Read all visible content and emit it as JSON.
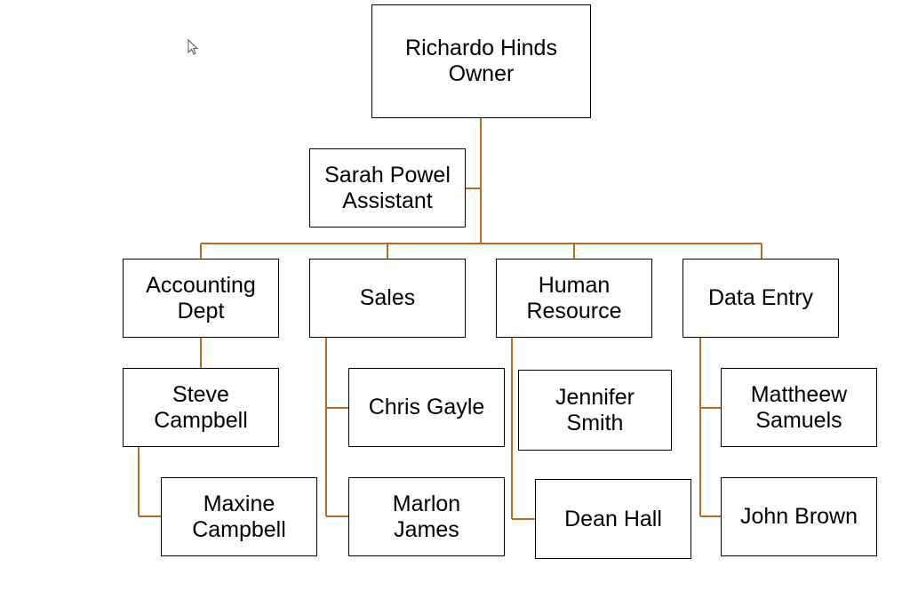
{
  "chart": {
    "root": {
      "lines": [
        "Richardo Hinds",
        "Owner"
      ]
    },
    "assistant": {
      "lines": [
        "Sarah Powel",
        "Assistant"
      ]
    },
    "departments": [
      {
        "lines": [
          "Accounting",
          "Dept"
        ],
        "members": [
          {
            "lines": [
              "Steve",
              "Campbell"
            ]
          },
          {
            "lines": [
              "Maxine",
              "Campbell"
            ]
          }
        ]
      },
      {
        "lines": [
          "Sales"
        ],
        "members": [
          {
            "lines": [
              "Chris Gayle"
            ]
          },
          {
            "lines": [
              "Marlon",
              "James"
            ]
          }
        ]
      },
      {
        "lines": [
          "Human",
          "Resource"
        ],
        "members": [
          {
            "lines": [
              "Jennifer",
              "Smith"
            ]
          },
          {
            "lines": [
              "Dean Hall"
            ]
          }
        ]
      },
      {
        "lines": [
          "Data Entry"
        ],
        "members": [
          {
            "lines": [
              "Mattheew",
              "Samuels"
            ]
          },
          {
            "lines": [
              "John Brown"
            ]
          }
        ]
      }
    ]
  },
  "colors": {
    "connector": "#c0691e",
    "border": "#000000",
    "background": "#ffffff"
  },
  "icons": {
    "cursor": "mouse-pointer-icon"
  }
}
